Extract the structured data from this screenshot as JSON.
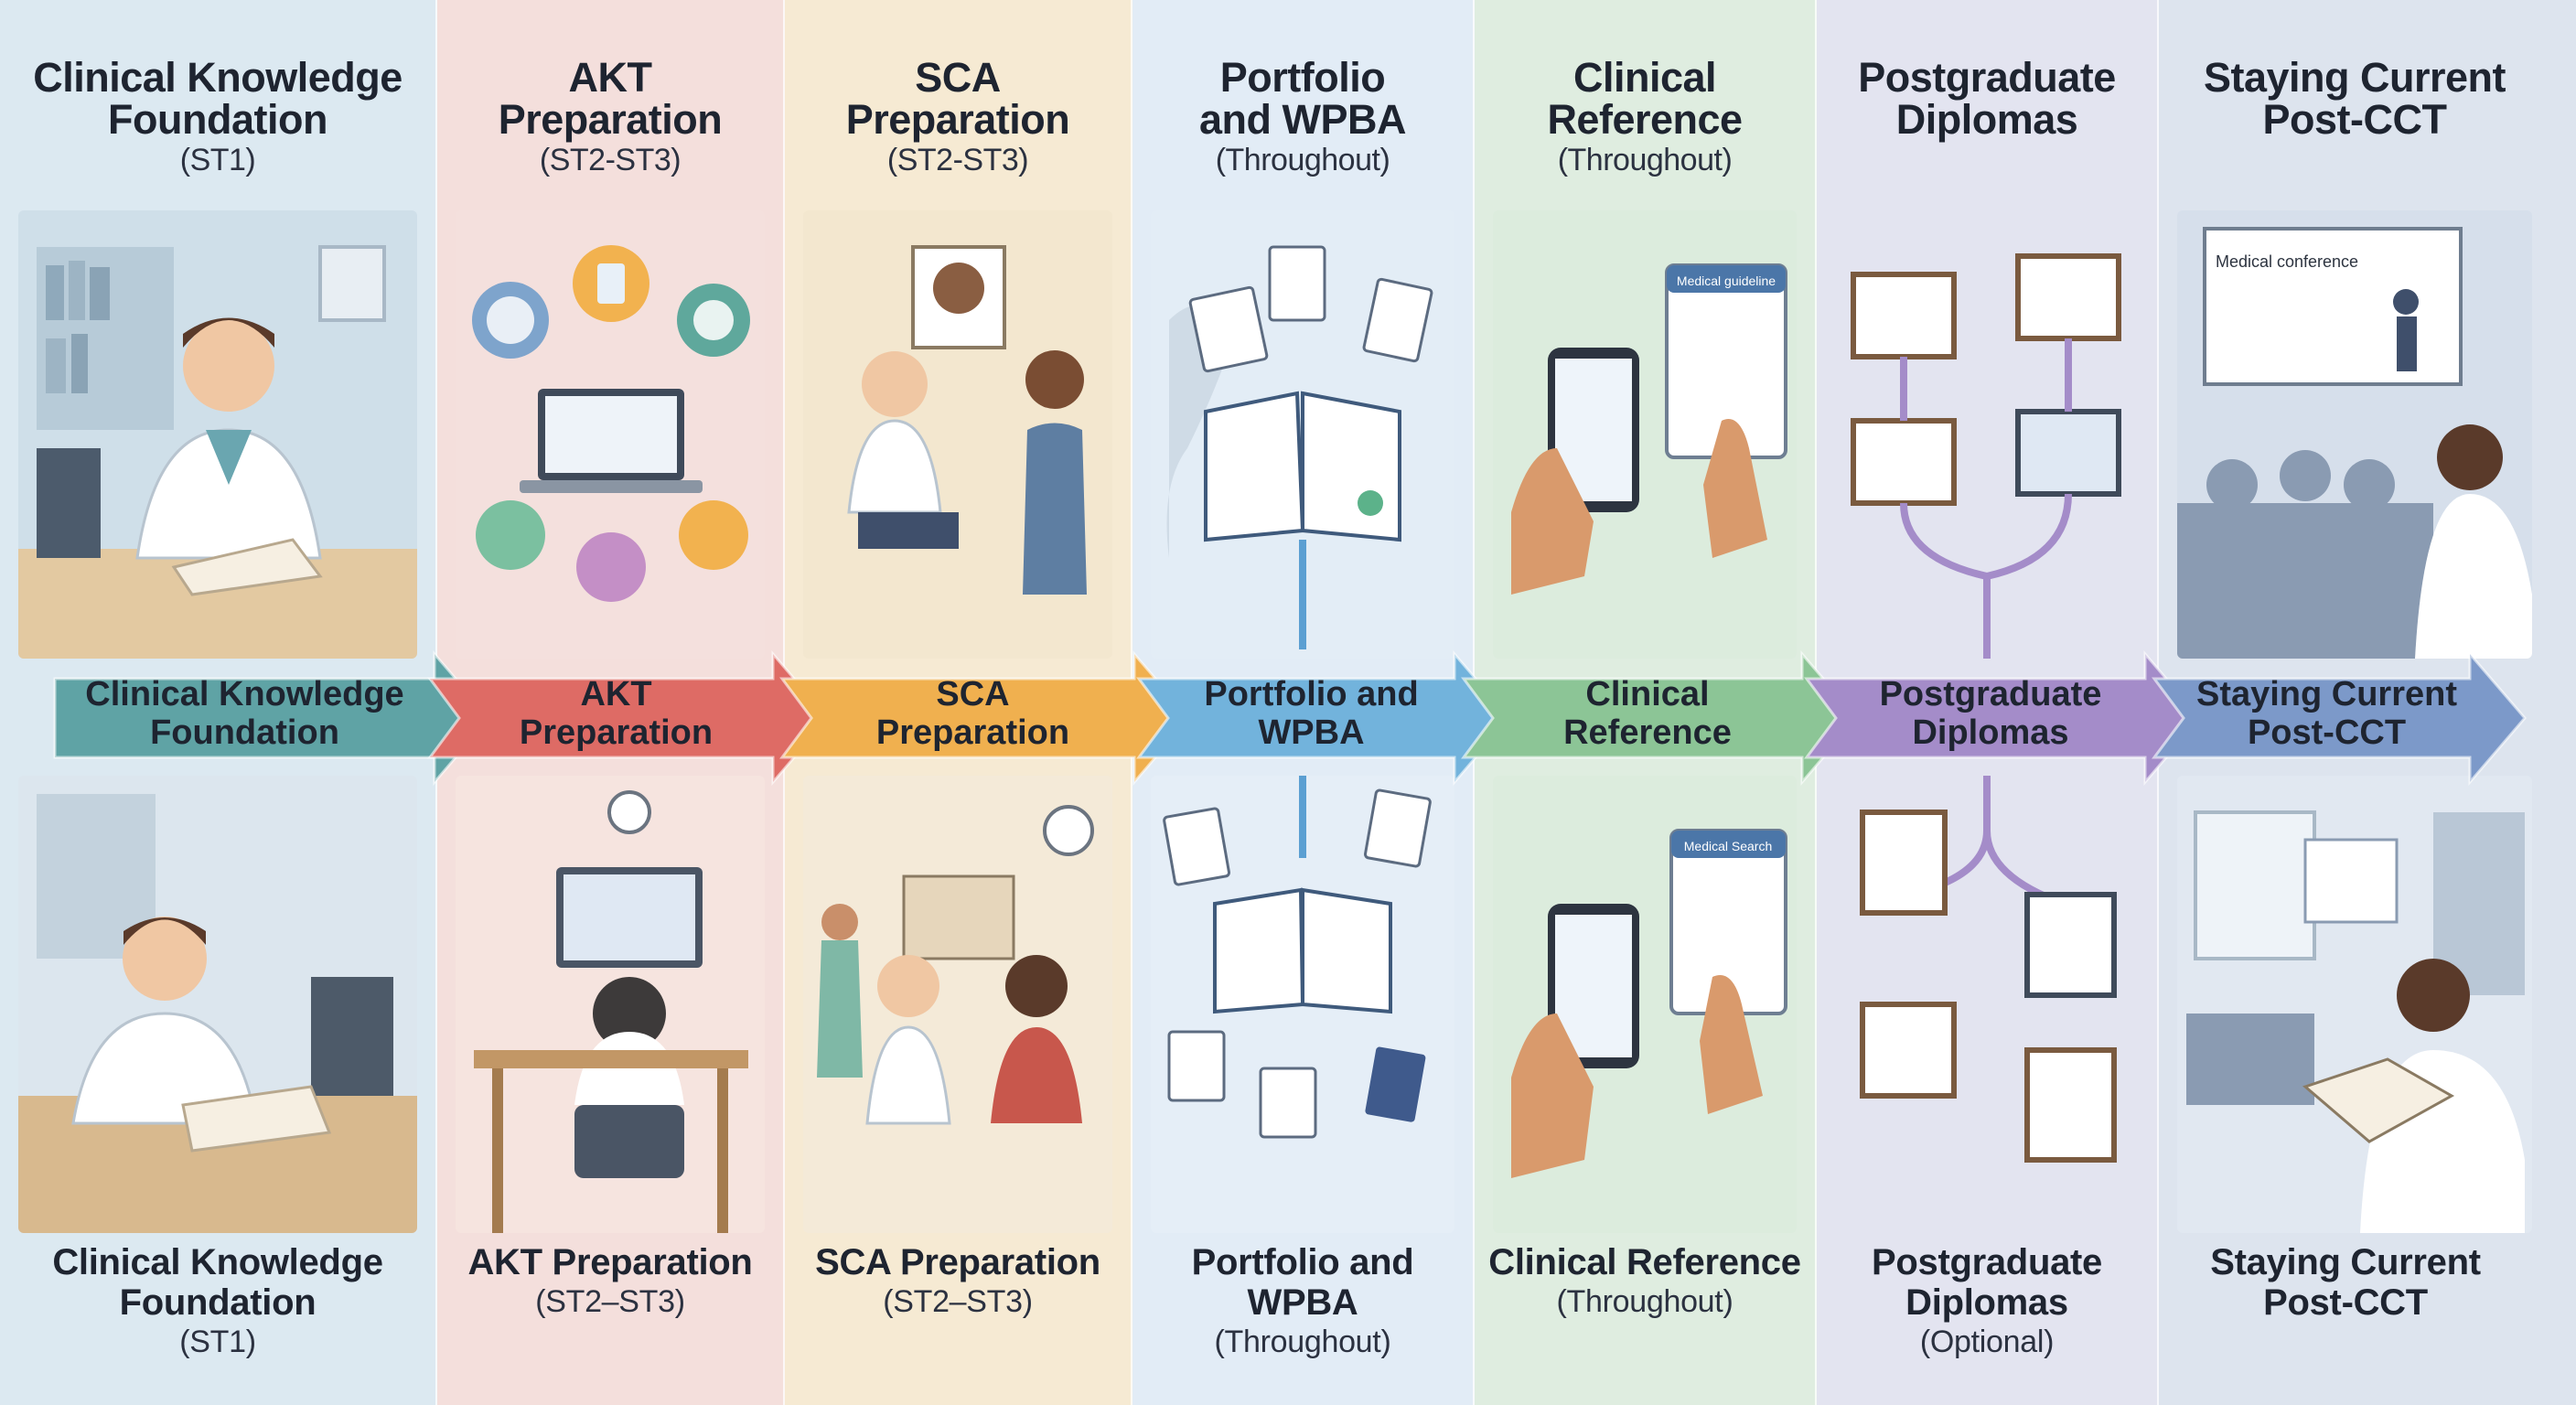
{
  "stages": [
    {
      "id": "clinical-knowledge",
      "title_lines": [
        "Clinical Knowledge",
        "Foundation"
      ],
      "title_sub": "(ST1)",
      "arrow_lines": [
        "Clinical Knowledge",
        "Foundation"
      ],
      "caption_lines": [
        "Clinical Knowledge",
        "Foundation"
      ],
      "caption_sub": "(ST1)",
      "bg": "#dce9f1",
      "arrow_color": "#5fa3a5"
    },
    {
      "id": "akt",
      "title_lines": [
        "AKT",
        "Preparation"
      ],
      "title_sub": "(ST2-ST3)",
      "arrow_lines": [
        "AKT",
        "Preparation"
      ],
      "caption_lines": [
        "AKT Preparation",
        ""
      ],
      "caption_sub": "(ST2–ST3)",
      "bg": "#f4dfdc",
      "arrow_color": "#de6b65"
    },
    {
      "id": "sca",
      "title_lines": [
        "SCA",
        "Preparation"
      ],
      "title_sub": "(ST2-ST3)",
      "arrow_lines": [
        "SCA",
        "Preparation"
      ],
      "caption_lines": [
        "SCA Preparation",
        ""
      ],
      "caption_sub": "(ST2–ST3)",
      "bg": "#f6ead3",
      "arrow_color": "#f0b04f"
    },
    {
      "id": "portfolio",
      "title_lines": [
        "Portfolio",
        "and WPBA"
      ],
      "title_sub": "(Throughout)",
      "arrow_lines": [
        "Portfolio and",
        "WPBA"
      ],
      "caption_lines": [
        "Portfolio and",
        "WPBA"
      ],
      "caption_sub": "(Throughout)",
      "bg": "#e2ecf6",
      "arrow_color": "#72b3dc"
    },
    {
      "id": "clinical-reference",
      "title_lines": [
        "Clinical",
        "Reference"
      ],
      "title_sub": "(Throughout)",
      "arrow_lines": [
        "Clinical",
        "Reference"
      ],
      "caption_lines": [
        "Clinical Reference",
        ""
      ],
      "caption_sub": "(Throughout)",
      "bg": "#dfede0",
      "arrow_color": "#8cc596",
      "top_screen_label": "Medical guideline",
      "bottom_screen_label": "Medical Search"
    },
    {
      "id": "diplomas",
      "title_lines": [
        "Postgraduate",
        "Diplomas"
      ],
      "title_sub": "",
      "arrow_lines": [
        "Postgraduate",
        "Diplomas"
      ],
      "caption_lines": [
        "Postgraduate",
        "Diplomas"
      ],
      "caption_sub": "(Optional)",
      "bg": "#e3e4f0",
      "arrow_color": "#a48cc9"
    },
    {
      "id": "staying-current",
      "title_lines": [
        "Staying Current",
        "Post-CCT"
      ],
      "title_sub": "",
      "arrow_lines": [
        "Staying Current",
        "Post-CCT"
      ],
      "caption_lines": [
        "Staying Current",
        "Post-CCT"
      ],
      "caption_sub": "",
      "bg": "#dde4ee",
      "arrow_color": "#7c99c9",
      "top_screen_label": "Medical conference"
    }
  ]
}
